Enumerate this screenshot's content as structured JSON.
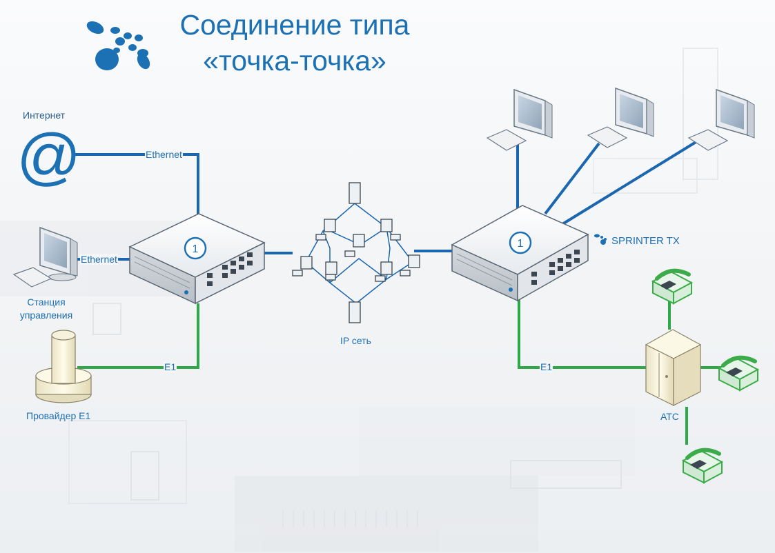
{
  "title": {
    "line1": "Соединение типа",
    "line2": "«точка-точка»"
  },
  "labels": {
    "internet": "Интернет",
    "ethernet_top": "Ethernet",
    "ethernet_station": "Ethernet",
    "station_line1": "Станция",
    "station_line2": "управления",
    "provider": "Провайдер Е1",
    "e1_left": "E1",
    "e1_right": "E1",
    "ip_network": "IP сеть",
    "sprinter": "SPRINTER TX",
    "atc": "АТС",
    "device_left_number": "1",
    "device_right_number": "1",
    "at_symbol": "@"
  },
  "colors": {
    "ethernet_line": "#1a66b0",
    "e1_line": "#2fa84a",
    "title": "#1c70b4",
    "phone_green": "#3cab4a"
  }
}
